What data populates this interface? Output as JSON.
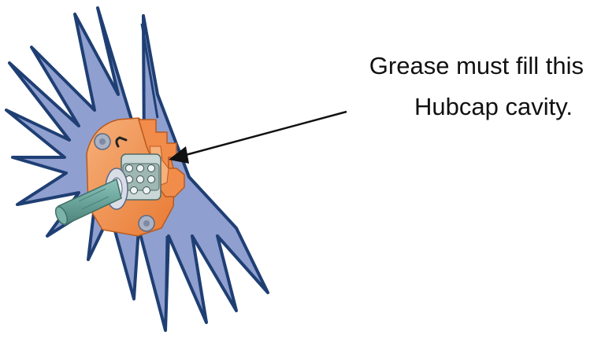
{
  "annotation": {
    "line1": "Grease must fill this",
    "line2": "Hubcap cavity."
  },
  "colors": {
    "tine_fill": "#8f9fcf",
    "tine_edge": "#1f3f74",
    "hub_orange": "#f28c4a",
    "hub_orange_light": "#f6b07a",
    "hub_dark": "#b85a20",
    "bearing": "#c9d8d6",
    "shaft": "#6aa39a",
    "bolt": "#aab2c4",
    "arrow": "#111111"
  },
  "icons": {
    "tine_wheel": "spoked-tine-wheel",
    "hub_assembly": "cutaway-hub",
    "bearing": "ball-bearing",
    "shaft": "axle-shaft",
    "arrow": "pointer-arrow"
  }
}
